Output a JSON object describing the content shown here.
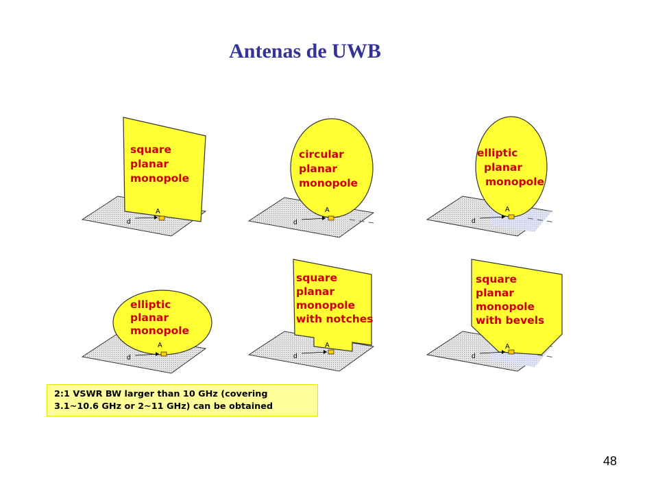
{
  "slide": {
    "title": "Antenas de UWB",
    "page_number": "48"
  },
  "antennas": [
    {
      "lines": [
        "square",
        "planar",
        "monopole"
      ]
    },
    {
      "lines": [
        "circular",
        "planar",
        "monopole"
      ]
    },
    {
      "lines": [
        "elliptic",
        "planar",
        "monopole"
      ]
    },
    {
      "lines": [
        "elliptic",
        "planar",
        "monopole"
      ]
    },
    {
      "lines": [
        "square",
        "planar",
        "monopole",
        "with notches"
      ]
    },
    {
      "lines": [
        "square",
        "planar",
        "monopole",
        "with bevels"
      ]
    }
  ],
  "markers": {
    "feed": "A",
    "distance": "d"
  },
  "note": {
    "line1": "2:1 VSWR BW larger than 10 GHz (covering",
    "line2": "3.1~10.6 GHz or 2~11 GHz) can be obtained"
  },
  "colors": {
    "title": "#333399",
    "radiator": "#ffff33",
    "label": "#cc0000",
    "ground": "#dcdcdc",
    "note_bg": "#ffff99"
  }
}
